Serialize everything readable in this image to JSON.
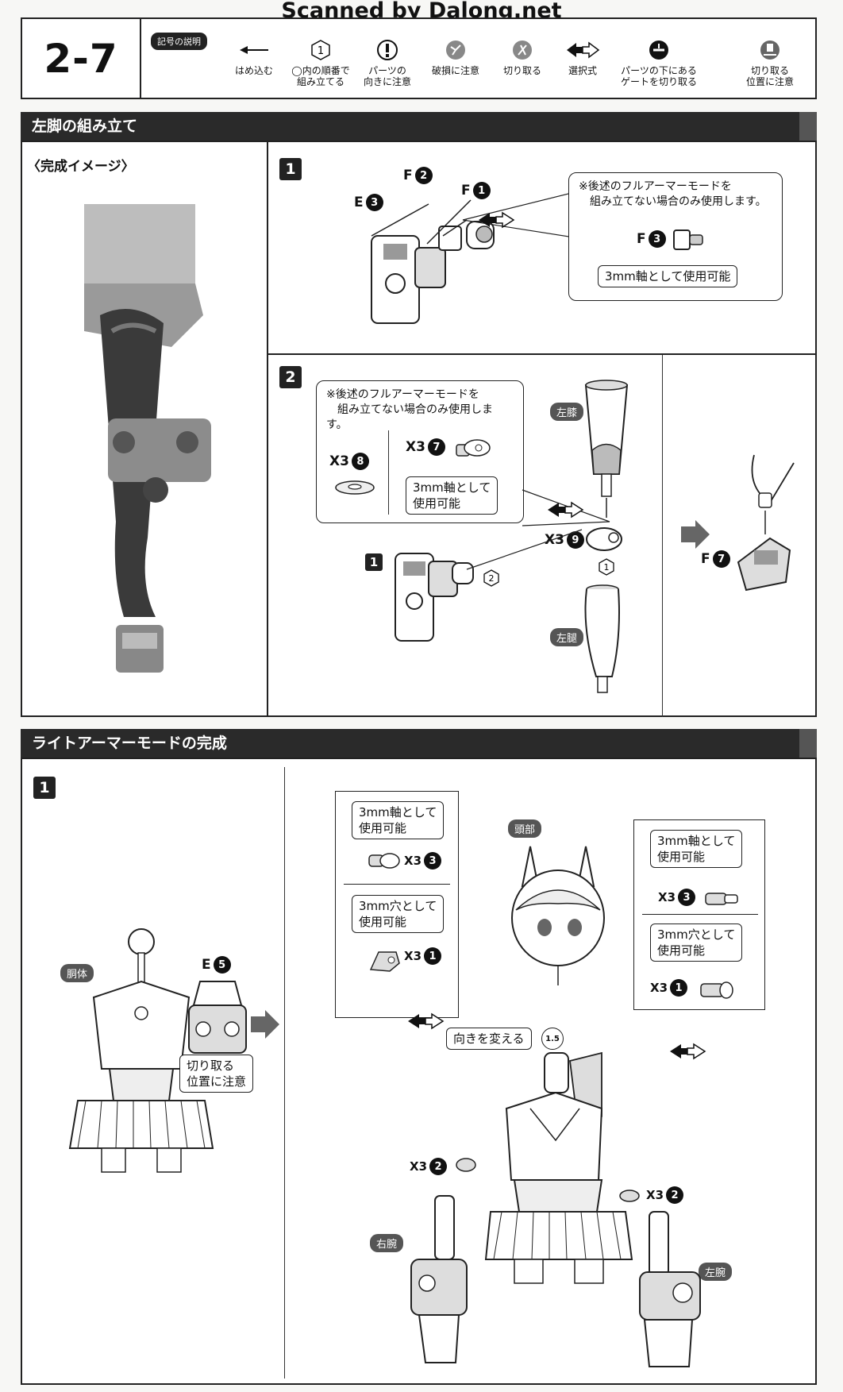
{
  "scan_credit": "Scanned by Dalong.net",
  "header": {
    "step": "2-7",
    "legend_title": "記号の説明",
    "symbols": [
      {
        "icon": "arrow-left-icon",
        "label": "はめ込む"
      },
      {
        "icon": "circled-number-icon",
        "glyph": "1",
        "label": "◯内の順番で\n組み立てる"
      },
      {
        "icon": "exclamation-icon",
        "label": "パーツの\n向きに注意"
      },
      {
        "icon": "breakage-warning-icon",
        "label": "破損に注意"
      },
      {
        "icon": "cut-icon",
        "label": "切り取る"
      },
      {
        "icon": "double-arrow-icon",
        "label": "選択式"
      },
      {
        "icon": "gate-cut-icon",
        "label": "パーツの下にある\nゲートを切り取る"
      },
      {
        "icon": "cut-position-icon",
        "label": "切り取る\n位置に注意"
      }
    ]
  },
  "section1": {
    "title": "左脚の組み立て",
    "preview_title": "〈完成イメージ〉",
    "step1": {
      "num": "1",
      "parts": [
        {
          "letter": "F",
          "num": "2"
        },
        {
          "letter": "F",
          "num": "1"
        },
        {
          "letter": "E",
          "num": "3"
        }
      ],
      "note": "※後述のフルアーマーモードを\n　組み立てない場合のみ使用します。",
      "note_part": {
        "letter": "F",
        "num": "3"
      },
      "note_tag": "3mm軸として使用可能"
    },
    "step2": {
      "num": "2",
      "note": "※後述のフルアーマーモードを\n　組み立てない場合のみ使用します。",
      "x3_8": {
        "prefix": "X3",
        "num": "8"
      },
      "x3_7": {
        "prefix": "X3",
        "num": "7"
      },
      "tag": "3mm軸として\n使用可能",
      "x3_9": {
        "prefix": "X3",
        "num": "9"
      },
      "ref1": "1",
      "order2": "2",
      "order1": "1",
      "knee": "左膝",
      "thigh": "左腿",
      "f7": {
        "letter": "F",
        "num": "7"
      }
    }
  },
  "section2": {
    "title": "ライトアーマーモードの完成",
    "step1": {
      "num": "1",
      "torso": "胴体",
      "e5": {
        "letter": "E",
        "num": "5"
      },
      "cut_tag": "切り取る\n位置に注意",
      "left_box": {
        "axis_tag": "3mm軸として\n使用可能",
        "axis_part": {
          "prefix": "X3",
          "num": "3"
        },
        "hole_tag": "3mm穴として\n使用可能",
        "hole_part": {
          "prefix": "X3",
          "num": "1"
        }
      },
      "right_box": {
        "axis_tag": "3mm軸として\n使用可能",
        "axis_part": {
          "prefix": "X3",
          "num": "3"
        },
        "hole_tag": "3mm穴として\n使用可能",
        "hole_part": {
          "prefix": "X3",
          "num": "1"
        }
      },
      "head": "頭部",
      "turn_tag": "向きを変える",
      "turn_value": "1.5",
      "x3_2_left": {
        "prefix": "X3",
        "num": "2"
      },
      "x3_2_right": {
        "prefix": "X3",
        "num": "2"
      },
      "right_arm": "右腕",
      "left_arm": "左腕"
    }
  }
}
